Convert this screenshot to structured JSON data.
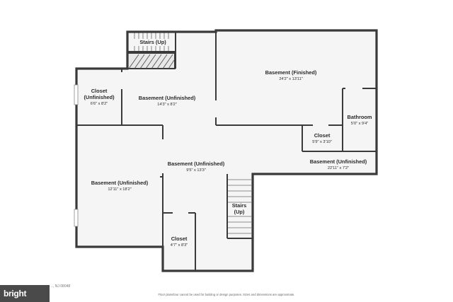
{
  "rooms": {
    "stairs_top": {
      "name": "Stairs (Up)",
      "dims": ""
    },
    "basement_finished": {
      "name": "Basement (Finished)",
      "dims": "24'2\" x 13'11\""
    },
    "closet_left": {
      "name": "Closet\n(Unfinished)",
      "dims": "6'6\" x 8'2\""
    },
    "basement_unfinished_upper": {
      "name": "Basement (Unfinished)",
      "dims": "14'3\" x 8'2\""
    },
    "bathroom": {
      "name": "Bathroom",
      "dims": "5'0\" x 9'4\""
    },
    "closet_right": {
      "name": "Closet",
      "dims": "5'9\" x 3'10\""
    },
    "basement_unfinished_right": {
      "name": "Basement (Unfinished)",
      "dims": "22'11\" x 7'2\""
    },
    "basement_unfinished_center": {
      "name": "Basement (Unfinished)",
      "dims": "9'5\" x 13'3\""
    },
    "basement_unfinished_left": {
      "name": "Basement (Unfinished)",
      "dims": "12'11\" x 18'2\""
    },
    "stairs_mid": {
      "name": "Stairs\n(Up)",
      "dims": ""
    },
    "closet_bottom": {
      "name": "Closet",
      "dims": "4'7\" x 8'3\""
    }
  },
  "footer": {
    "disclaimer": "Floor plans/tour cannot be used for building or design purposes. Sizes and dimensions are approximate.",
    "address": "…, NJ 08048",
    "logo_text": "bright"
  }
}
